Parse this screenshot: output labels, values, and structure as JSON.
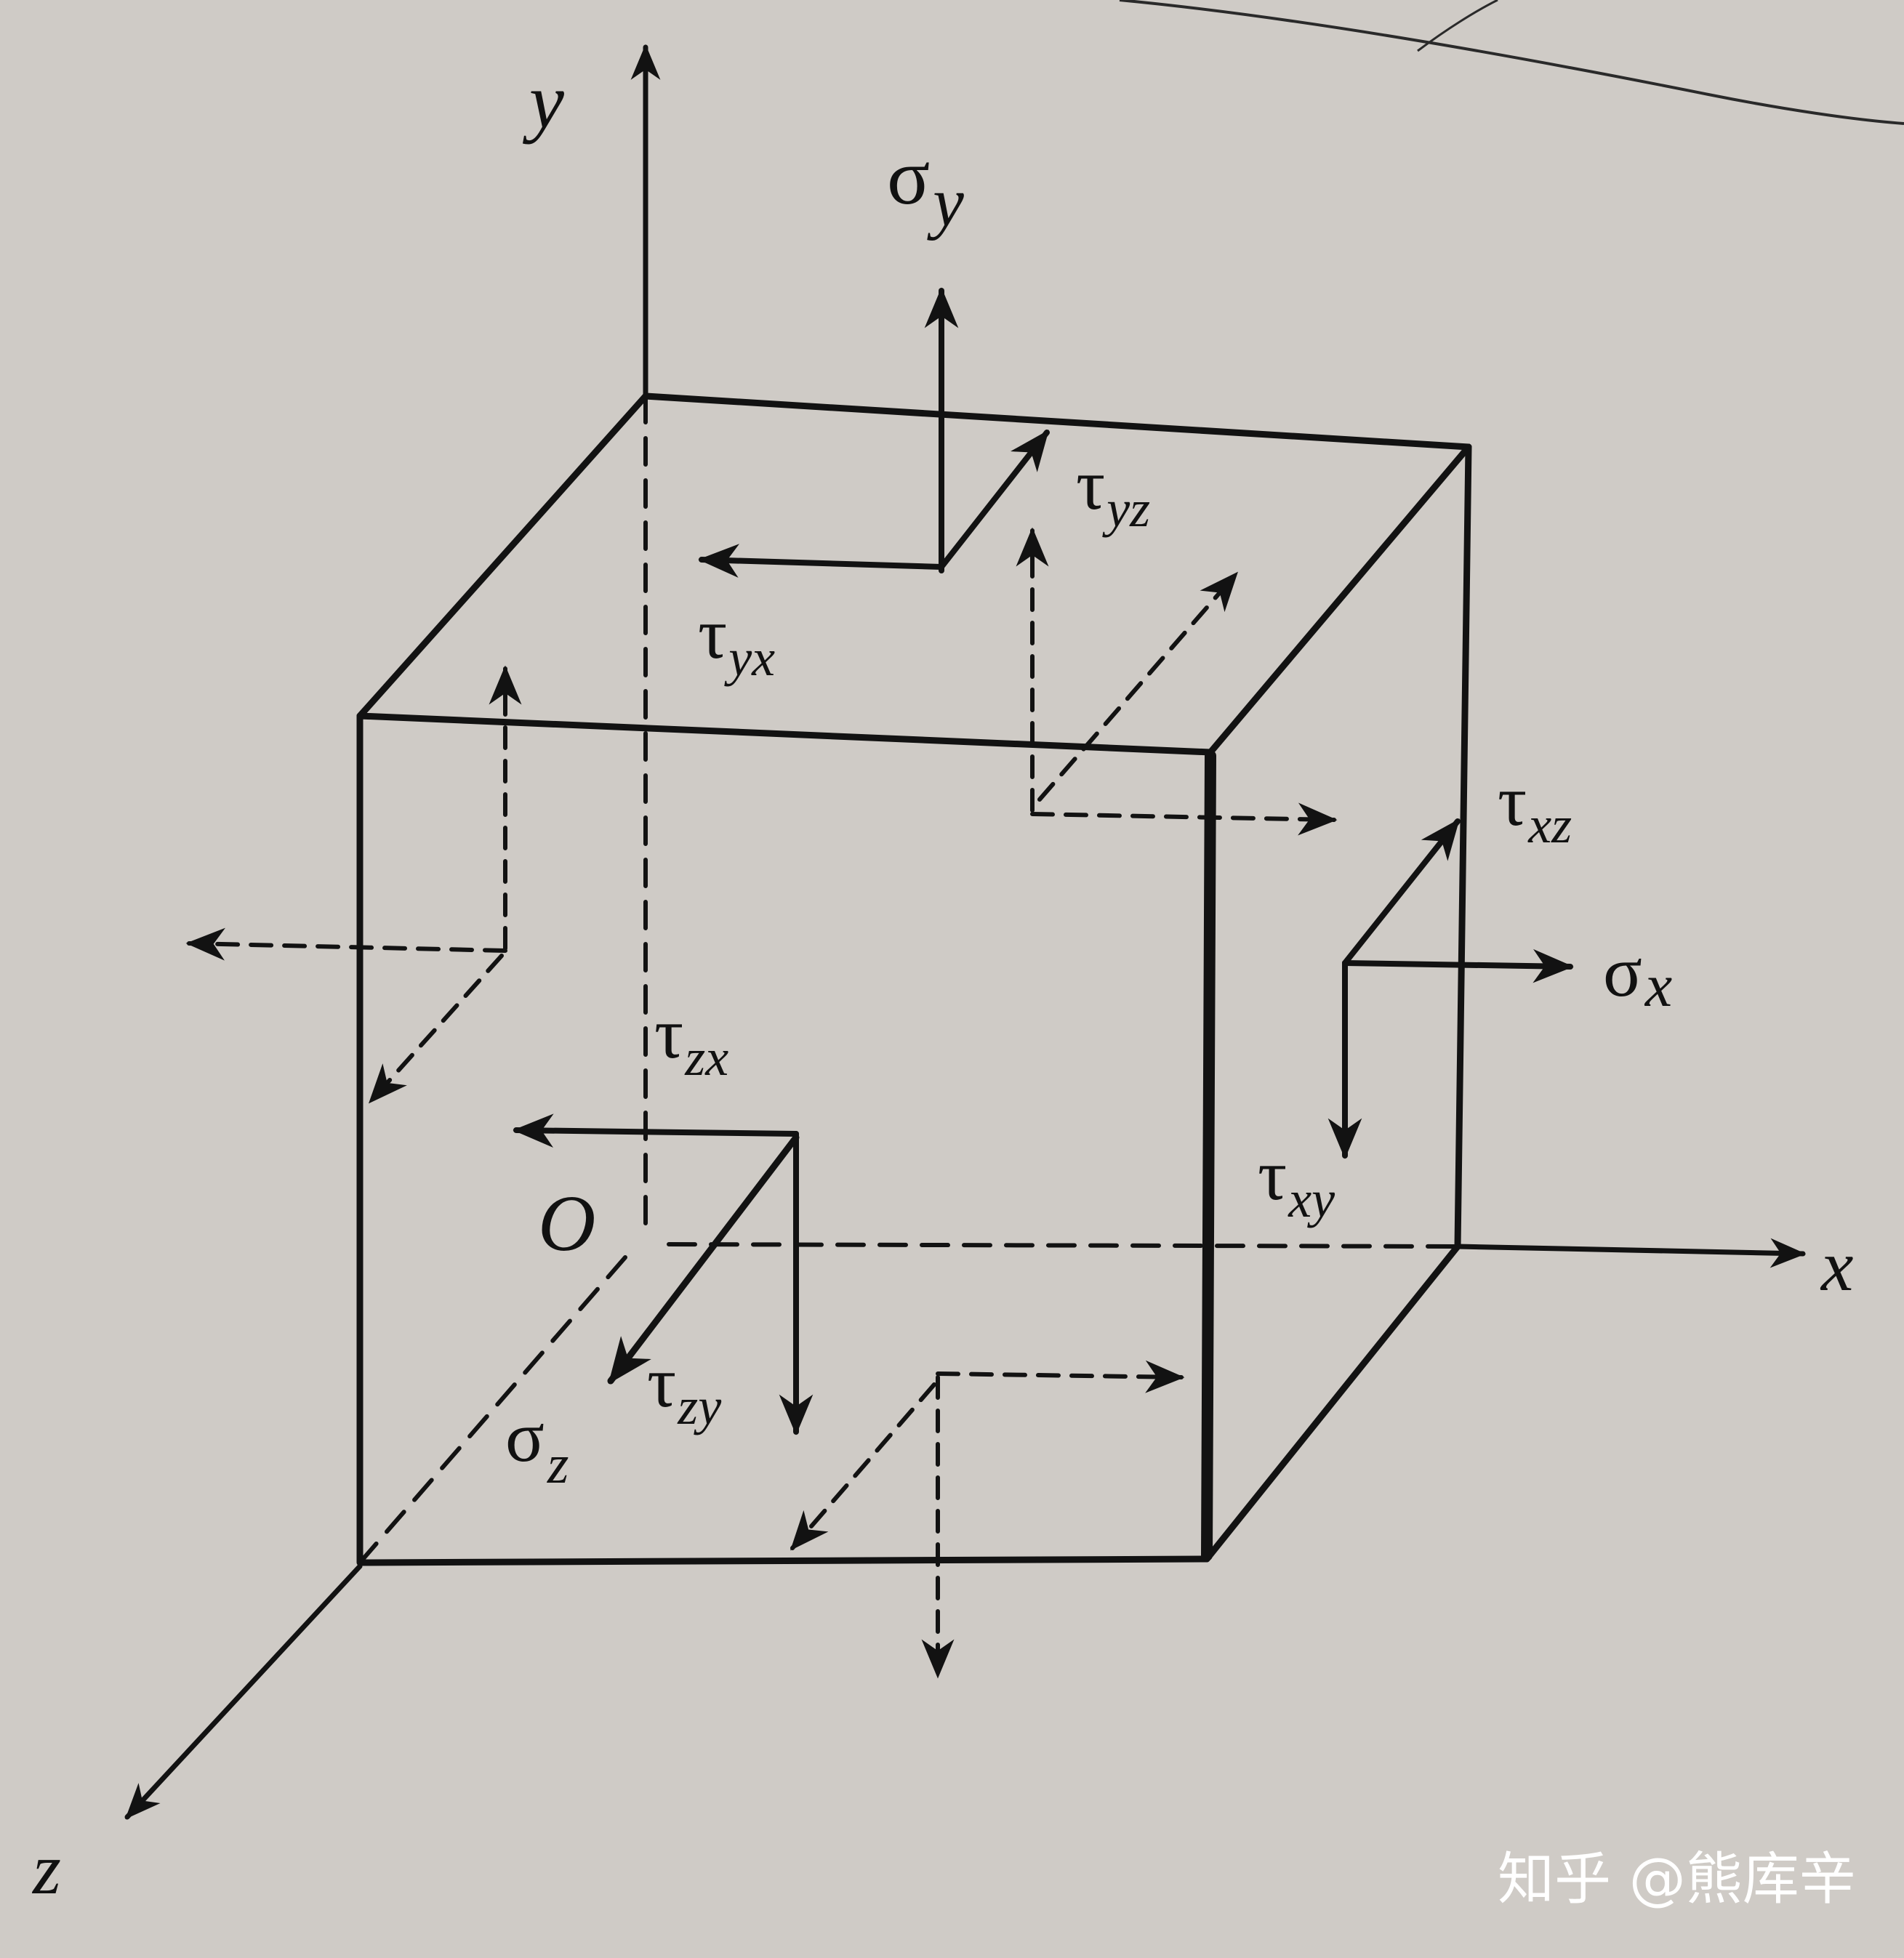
{
  "colors": {
    "paper": "#cfcbc6",
    "ink": "#121212",
    "watermark": "#ffffff"
  },
  "axes": {
    "x": "x",
    "y": "y",
    "z": "z",
    "origin": "O"
  },
  "stresses": {
    "sigma_x": {
      "symbol": "σ",
      "sub": "x"
    },
    "sigma_y": {
      "symbol": "σ",
      "sub": "y"
    },
    "sigma_z": {
      "symbol": "σ",
      "sub": "z"
    },
    "tau_xy": {
      "symbol": "τ",
      "sub": "xy"
    },
    "tau_xz": {
      "symbol": "τ",
      "sub": "xz"
    },
    "tau_yx": {
      "symbol": "τ",
      "sub": "yx"
    },
    "tau_yz": {
      "symbol": "τ",
      "sub": "yz"
    },
    "tau_zx": {
      "symbol": "τ",
      "sub": "zx"
    },
    "tau_zy": {
      "symbol": "τ",
      "sub": "zy"
    }
  },
  "watermark": "知乎 @熊库辛"
}
